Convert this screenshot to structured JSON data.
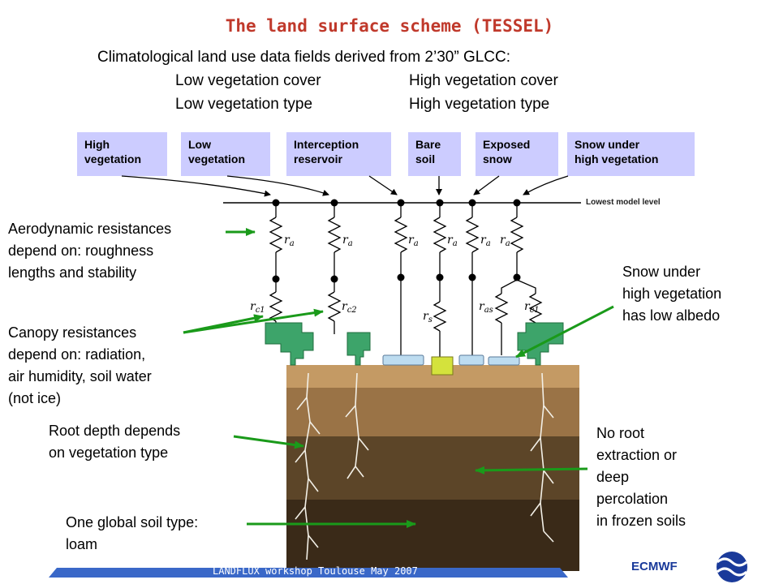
{
  "title": "The land surface scheme (TESSEL)",
  "intro": {
    "line1": "Climatological land use data fields derived from 2’30” GLCC:",
    "col1": [
      "Low vegetation cover",
      "Low vegetation type"
    ],
    "col2": [
      "High vegetation cover",
      "High vegetation type"
    ]
  },
  "tiles": [
    {
      "l1": "High",
      "l2": "vegetation"
    },
    {
      "l1": "Low",
      "l2": "vegetation"
    },
    {
      "l1": "Interception",
      "l2": "reservoir"
    },
    {
      "l1": "Bare",
      "l2": "soil"
    },
    {
      "l1": "Exposed",
      "l2": "snow"
    },
    {
      "l1": "Snow under",
      "l2": "high vegetation"
    }
  ],
  "lowest_level": "Lowest model level",
  "resistors": {
    "ra": "a",
    "rc1": "c1",
    "rc2": "c2",
    "rs": "s",
    "ras": "as",
    "r": "r"
  },
  "labels": {
    "aero": [
      "Aerodynamic resistances",
      "depend on: roughness",
      "lengths and stability"
    ],
    "canopy": [
      "Canopy resistances",
      "depend on: radiation,",
      "air humidity, soil water",
      "(not ice)"
    ],
    "root": [
      "Root depth depends",
      "on vegetation type"
    ],
    "soil": [
      "One global soil type:",
      "loam"
    ],
    "snow": [
      "Snow under",
      "high vegetation",
      "has low albedo"
    ],
    "frozen": [
      "No root",
      "extraction or",
      "deep",
      "percolation",
      "in frozen soils"
    ]
  },
  "footer": "LANDFLUX workshop Toulouse May 2007",
  "org": "ECMWF",
  "colors": {
    "title": "#c0392b",
    "tile": "#ccccff",
    "arrow": "#1a9a1a",
    "canopy": "#3da46a",
    "soil_top": "#c49a64",
    "soil_2": "#9a7346",
    "soil_3": "#5c4528",
    "soil_4": "#3a2a18",
    "snow": "#bddcf0",
    "bare": "#d4e23c",
    "footer_band": "#3a68c8"
  }
}
